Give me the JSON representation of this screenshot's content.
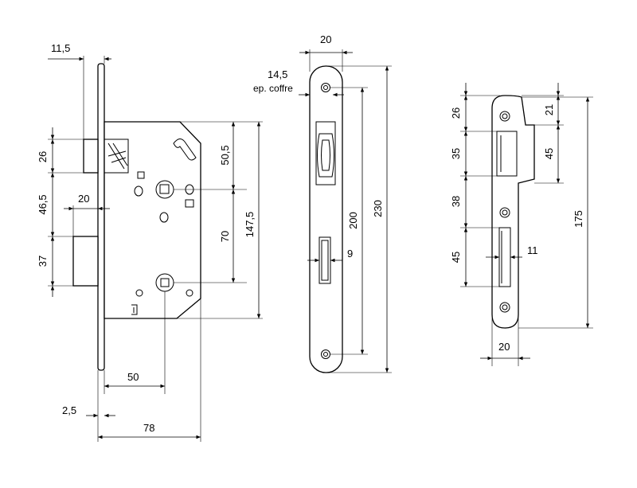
{
  "view_lock": {
    "dim_faceplate": "11,5",
    "dim_latch_height": "26",
    "dim_latch_to_bolt": "46,5",
    "dim_bolt_proj": "20",
    "dim_bolt_height": "37",
    "dim_top_to_handle": "50,5",
    "dim_handle_to_key": "70",
    "dim_case_height": "147,5",
    "dim_backset": "50",
    "dim_plate_thk": "2,5",
    "dim_case_depth": "78"
  },
  "view_faceplate": {
    "dim_width": "20",
    "dim_coffre_value": "14,5",
    "dim_coffre_label": "ep. coffre",
    "dim_screw_span": "200",
    "dim_total_height": "230",
    "dim_slot_width": "9"
  },
  "view_strike": {
    "dim_top_latch": "26",
    "dim_latch_slot": "35",
    "dim_slot_gap": "38",
    "dim_bolt_slot": "45",
    "dim_lip_top": "21",
    "dim_lip_height": "45",
    "dim_total_height": "175",
    "dim_bolt_slot_width": "11",
    "dim_width": "20"
  }
}
